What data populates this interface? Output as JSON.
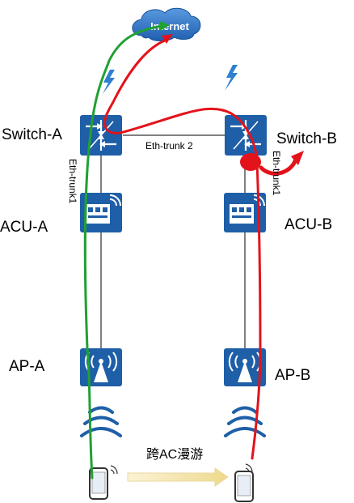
{
  "internet_label": "Internet",
  "switch_a_label": "Switch-A",
  "switch_b_label": "Switch-B",
  "eth_trunk2_label": "Eth-trunk 2",
  "eth_trunk1_left_label": "Eth-trunk1",
  "eth_trunk1_right_label": "Eth-trunk1",
  "acu_a_label": "ACU-A",
  "acu_b_label": "ACU-B",
  "ap_a_label": "AP-A",
  "ap_b_label": "AP-B",
  "roaming_label": "跨AC漫游",
  "colors": {
    "device_blue": "#1e5fa8",
    "cloud_blue": "#2a6fc4",
    "green_path": "#21a033",
    "red_path": "#e3131b",
    "roam_arrow": "#f4e6b0",
    "lightning": "#2f7fd0"
  },
  "icons": {
    "switch": "switch-icon",
    "acu": "acu-icon",
    "ap": "access-point-icon",
    "wifi": "wifi-signal-icon",
    "phone": "mobile-phone-icon",
    "cloud": "cloud-icon",
    "lightning": "lightning-icon"
  }
}
